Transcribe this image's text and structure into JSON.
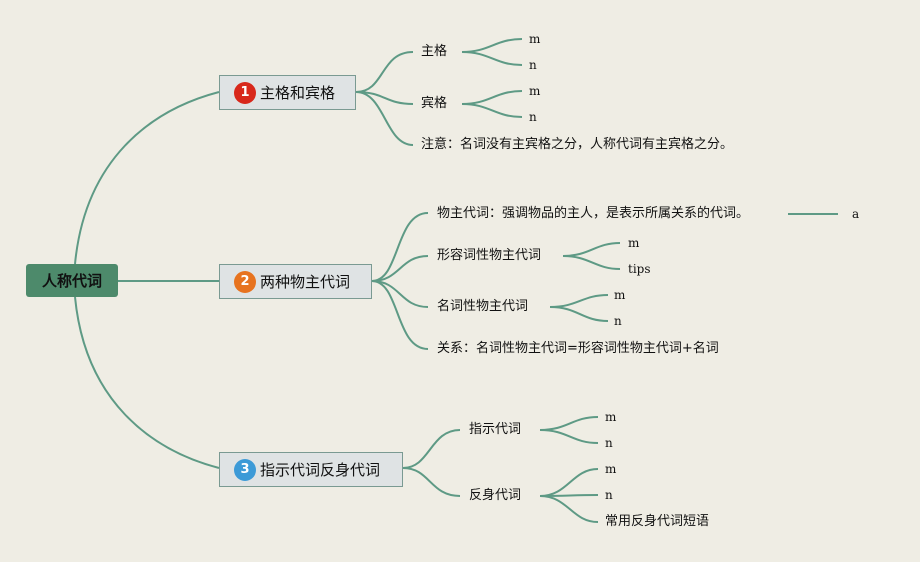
{
  "root": {
    "label": "人称代词"
  },
  "branches": [
    {
      "badge": "1",
      "label": "主格和宾格",
      "children": [
        {
          "label": "主格",
          "leaves": [
            "m",
            "n"
          ]
        },
        {
          "label": "宾格",
          "leaves": [
            "m",
            "n"
          ]
        },
        {
          "label": "注意：名词没有主宾格之分，人称代词有主宾格之分。"
        }
      ]
    },
    {
      "badge": "2",
      "label": "两种物主代词",
      "children": [
        {
          "label": "物主代词：强调物品的主人，是表示所属关系的代词。",
          "leaves": [
            "a"
          ]
        },
        {
          "label": "形容词性物主代词",
          "leaves": [
            "m",
            "tips"
          ]
        },
        {
          "label": "名词性物主代词",
          "leaves": [
            "m",
            "n"
          ]
        },
        {
          "label": "关系：名词性物主代词=形容词性物主代词+名词"
        }
      ]
    },
    {
      "badge": "3",
      "label": "指示代词反身代词",
      "children": [
        {
          "label": "指示代词",
          "leaves": [
            "m",
            "n"
          ]
        },
        {
          "label": "反身代词",
          "leaves": [
            "m",
            "n",
            "常用反身代词短语"
          ]
        }
      ]
    }
  ]
}
